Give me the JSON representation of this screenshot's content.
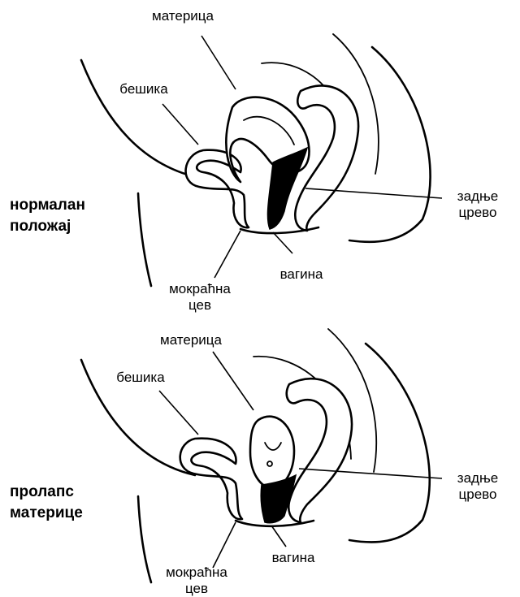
{
  "panels": [
    {
      "title_line1": "нормалан",
      "title_line2": "положај",
      "labels": {
        "uterus": "материца",
        "bladder": "бешика",
        "rectum_line1": "задње",
        "rectum_line2": "црево",
        "urethra_line1": "мокраћна",
        "urethra_line2": "цев",
        "vagina": "вагина"
      }
    },
    {
      "title_line1": "пролапс",
      "title_line2": "материце",
      "labels": {
        "uterus": "материца",
        "bladder": "бешика",
        "rectum_line1": "задње",
        "rectum_line2": "црево",
        "urethra_line1": "мокраћна",
        "urethra_line2": "цев",
        "vagina": "вагина"
      }
    }
  ]
}
